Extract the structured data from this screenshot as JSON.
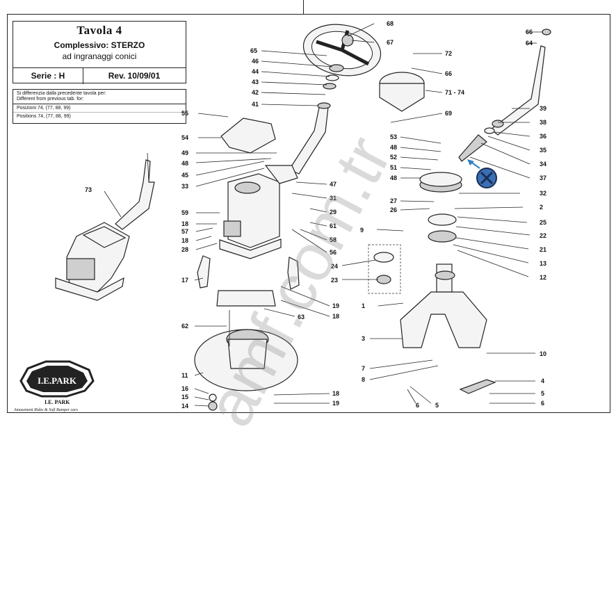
{
  "title_block": {
    "title": "Tavola 4",
    "subtitle_line1": "Complessivo: STERZO",
    "subtitle_line2": "ad ingranaggi conici",
    "serie": "Serie : H",
    "revision": "Rev. 10/09/01"
  },
  "notes": {
    "header_line1": "Si differenzia dalla precedente tavola per:",
    "header_line2": "Different from previous tab. for:",
    "line1": "Posizioni 74, (77, 88, 99)",
    "line2": "Positions 74, (77, 88, 99)"
  },
  "logo": {
    "badge_text": "I.E.PARK",
    "name": "I.E. PARK",
    "tagline": "Amusement Rides & Soft Bumper cars"
  },
  "watermark": "amf.com.tr",
  "labels": {
    "p1": "1",
    "p2": "2",
    "p3": "3",
    "p4a": "4",
    "p5a": "5",
    "p5b": "5",
    "p6a": "6",
    "p6b": "6",
    "p7": "7",
    "p8": "8",
    "p9": "9",
    "p10": "10",
    "p11": "11",
    "p12": "12",
    "p13": "13",
    "p14": "14",
    "p15": "15",
    "p16": "16",
    "p17": "17",
    "p18a": "18",
    "p18b": "18",
    "p18c": "18",
    "p18d": "18",
    "p19a": "19",
    "p19b": "19",
    "p21": "21",
    "p22": "22",
    "p23": "23",
    "p24": "24",
    "p25": "25",
    "p26": "26",
    "p27": "27",
    "p28": "28",
    "p29": "29",
    "p31": "31",
    "p32": "32",
    "p33": "33",
    "p34": "34",
    "p35": "35",
    "p36": "36",
    "p37": "37",
    "p38": "38",
    "p39": "39",
    "p41": "41",
    "p42": "42",
    "p43": "43",
    "p44": "44",
    "p45": "45",
    "p46": "46",
    "p47": "47",
    "p48a": "48",
    "p48b": "48",
    "p48c": "48",
    "p49": "49",
    "p51": "51",
    "p52": "52",
    "p53": "53",
    "p54": "54",
    "p55": "55",
    "p56": "56",
    "p57": "57",
    "p58": "58",
    "p59": "59",
    "p61": "61",
    "p62": "62",
    "p63": "63",
    "p64": "64",
    "p65": "65",
    "p66a": "66",
    "p66b": "66",
    "p67": "67",
    "p68": "68",
    "p69": "69",
    "p7174": "71 - 74",
    "p72": "72",
    "p73": "73"
  },
  "colors": {
    "marker_blue": "#2f7fc1",
    "marker_fill": "#3b6fb3"
  }
}
